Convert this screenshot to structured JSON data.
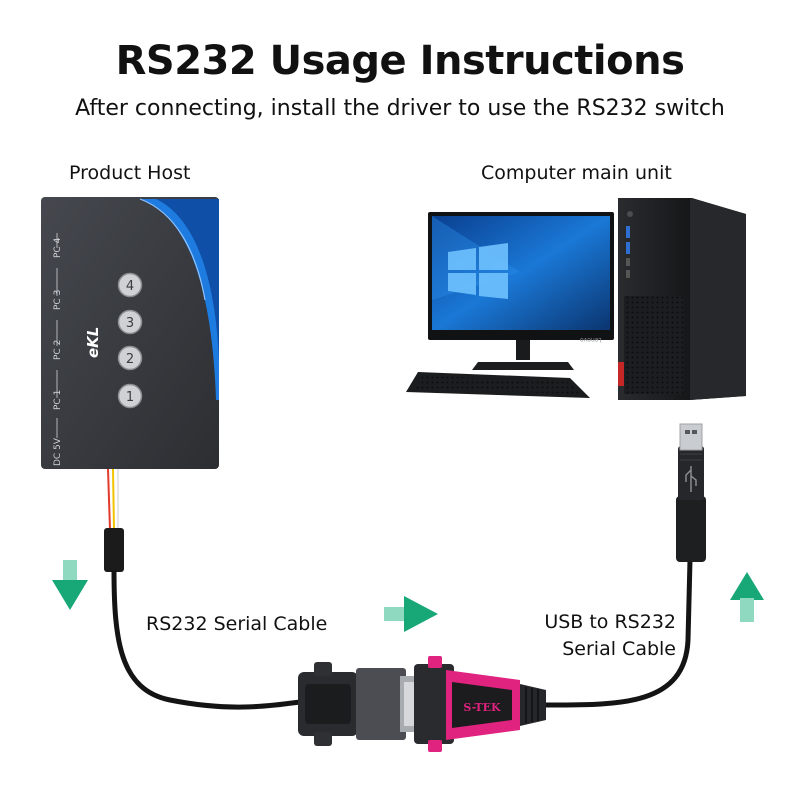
{
  "header": {
    "title": "RS232 Usage Instructions",
    "subtitle": "After connecting, install the driver to use the RS232 switch"
  },
  "labels": {
    "product_host": "Product Host",
    "computer_main_unit": "Computer main unit",
    "rs232_cable": "RS232 Serial Cable",
    "usb_cable_line1": "USB to RS232",
    "usb_cable_line2": "Serial Cable"
  },
  "device": {
    "ports": [
      "PC 1",
      "PC 2",
      "PC 3",
      "PC 4"
    ],
    "buttons": [
      "1",
      "2",
      "3",
      "4"
    ],
    "power": "DC 5V",
    "brand": "eKL"
  },
  "connector_brand": "S-TEK",
  "monitor_brand": "Lenovo",
  "colors": {
    "arrow": "#18a878",
    "device_body": "#3a3d42",
    "device_accent": "#1e7be0",
    "connector_pink": "#e0237f"
  },
  "icons": [
    "arrow-down-icon",
    "arrow-right-icon",
    "arrow-up-icon"
  ]
}
